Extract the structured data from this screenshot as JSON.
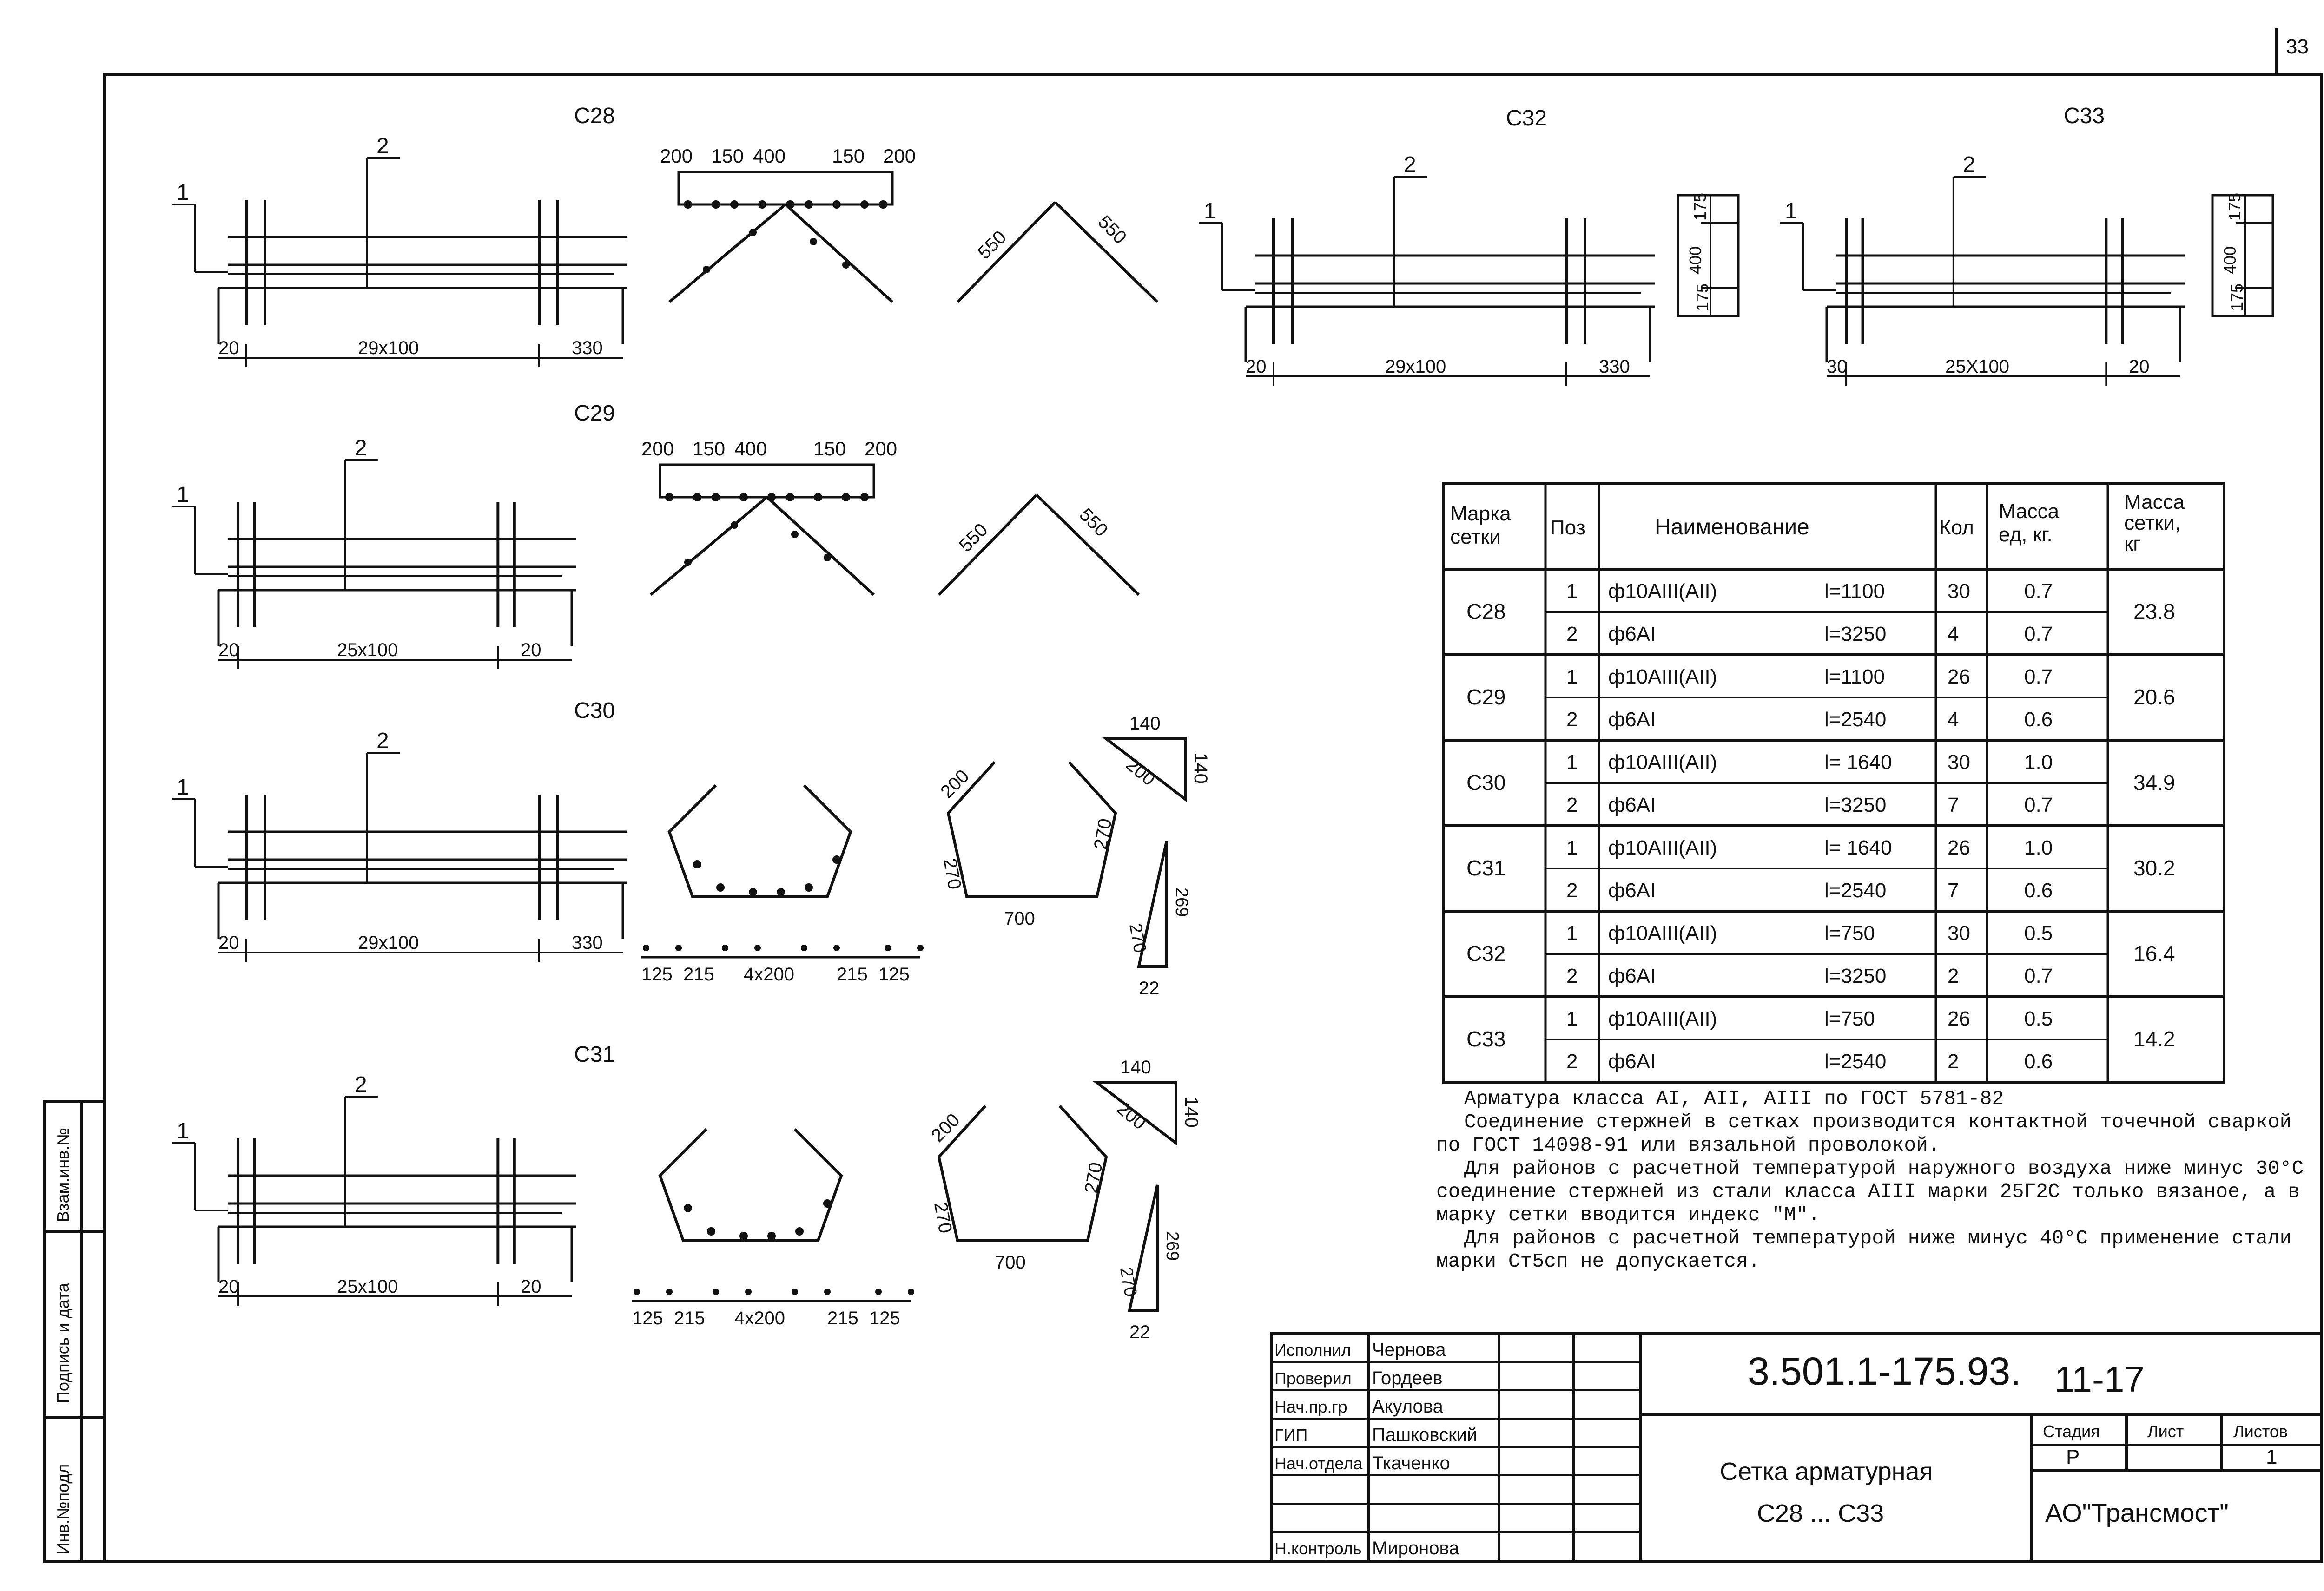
{
  "page_number": "33",
  "side_stamp": {
    "col1": "Инв.№подл",
    "col2": "Подпись и дата",
    "col3": "Взам.инв.№"
  },
  "drawings": [
    {
      "mark": "С28",
      "mesh": {
        "callout1": "1",
        "callout2": "2",
        "left_dim": "20",
        "mid_dim": "29х100",
        "right_dim": "330"
      },
      "bent": {
        "dims": [
          "200",
          "150",
          "400",
          "150",
          "200"
        ],
        "side_a": "550",
        "side_b": "550"
      }
    },
    {
      "mark": "С29",
      "mesh": {
        "callout1": "1",
        "callout2": "2",
        "left_dim": "20",
        "mid_dim": "25х100",
        "right_dim": "20"
      },
      "bent": {
        "dims": [
          "200",
          "150",
          "400",
          "150",
          "200"
        ],
        "side_a": "550",
        "side_b": "550"
      }
    },
    {
      "mark": "С30",
      "mesh": {
        "callout1": "1",
        "callout2": "2",
        "left_dim": "20",
        "mid_dim": "29х100",
        "right_dim": "330"
      },
      "pent": {
        "bottom": "700",
        "edge_top": "200",
        "left": "270",
        "right": "270",
        "strip": [
          "125",
          "215",
          "4х200",
          "215",
          "125"
        ],
        "tri_a": "140",
        "tri_b": "140",
        "tri_c": "200",
        "tri2_a": "270",
        "tri2_b": "269",
        "tri2_c": "22"
      }
    },
    {
      "mark": "С31",
      "mesh": {
        "callout1": "1",
        "callout2": "2",
        "left_dim": "20",
        "mid_dim": "25х100",
        "right_dim": "20"
      },
      "pent": {
        "bottom": "700",
        "edge_top": "200",
        "left": "270",
        "right": "270",
        "strip": [
          "125",
          "215",
          "4х200",
          "215",
          "125"
        ],
        "tri_a": "140",
        "tri_b": "140",
        "tri_c": "200",
        "tri2_a": "270",
        "tri2_b": "269",
        "tri2_c": "22"
      }
    },
    {
      "mark": "С32",
      "mesh": {
        "callout1": "1",
        "callout2": "2",
        "left_dim": "20",
        "mid_dim": "29х100",
        "right_dim": "330"
      },
      "section": [
        "175",
        "400",
        "175"
      ]
    },
    {
      "mark": "С33",
      "mesh": {
        "callout1": "1",
        "callout2": "2",
        "left_dim": "30",
        "mid_dim": "25Х100",
        "right_dim": "20"
      },
      "section": [
        "175",
        "400",
        "175"
      ]
    }
  ],
  "table": {
    "headers": {
      "mark": "Марка сетки",
      "pos": "Поз",
      "name": "Наименование",
      "qty": "Кол",
      "unit_mass": "Масса ед, кг.",
      "mesh_mass": "Масса сетки, кг"
    },
    "rows": [
      {
        "mark": "С28",
        "mesh_mass": "23.8",
        "items": [
          {
            "pos": "1",
            "name": "ф10АIII(АII)",
            "len": "l=1100",
            "qty": "30",
            "mass": "0.7"
          },
          {
            "pos": "2",
            "name": "ф6АI",
            "len": "l=3250",
            "qty": "4",
            "mass": "0.7"
          }
        ]
      },
      {
        "mark": "С29",
        "mesh_mass": "20.6",
        "items": [
          {
            "pos": "1",
            "name": "ф10АIII(АII)",
            "len": "l=1100",
            "qty": "26",
            "mass": "0.7"
          },
          {
            "pos": "2",
            "name": "ф6АI",
            "len": "l=2540",
            "qty": "4",
            "mass": "0.6"
          }
        ]
      },
      {
        "mark": "С30",
        "mesh_mass": "34.9",
        "items": [
          {
            "pos": "1",
            "name": "ф10АIII(АII)",
            "len": "l= 1640",
            "qty": "30",
            "mass": "1.0"
          },
          {
            "pos": "2",
            "name": "ф6АI",
            "len": "l=3250",
            "qty": "7",
            "mass": "0.7"
          }
        ]
      },
      {
        "mark": "С31",
        "mesh_mass": "30.2",
        "items": [
          {
            "pos": "1",
            "name": "ф10АIII(АII)",
            "len": "l= 1640",
            "qty": "26",
            "mass": "1.0"
          },
          {
            "pos": "2",
            "name": "ф6АI",
            "len": "l=2540",
            "qty": "7",
            "mass": "0.6"
          }
        ]
      },
      {
        "mark": "С32",
        "mesh_mass": "16.4",
        "items": [
          {
            "pos": "1",
            "name": "ф10АIII(АII)",
            "len": "l=750",
            "qty": "30",
            "mass": "0.5"
          },
          {
            "pos": "2",
            "name": "ф6АI",
            "len": "l=3250",
            "qty": "2",
            "mass": "0.7"
          }
        ]
      },
      {
        "mark": "С33",
        "mesh_mass": "14.2",
        "items": [
          {
            "pos": "1",
            "name": "ф10АIII(АII)",
            "len": "l=750",
            "qty": "26",
            "mass": "0.5"
          },
          {
            "pos": "2",
            "name": "ф6АI",
            "len": "l=2540",
            "qty": "2",
            "mass": "0.6"
          }
        ]
      }
    ]
  },
  "notes": [
    "Арматура класса AI, AII, AIII по ГОСТ 5781-82",
    "Соединение стержней в сетках производится контактной точечной сваркой по ГОСТ 14098-91 или вязальной проволокой.",
    "Для районов с расчетной температурой наружного воздуха ниже минус 30°С соединение стержней из стали класса AIII марки 25Г2С только вязаное, а в марку сетки вводится индекс \"М\".",
    "Для районов с расчетной температурой ниже минус 40°С применение стали марки Ст5сп не допускается."
  ],
  "title_block": {
    "roles": [
      {
        "role": "Исполнил",
        "name": "Чернова"
      },
      {
        "role": "Проверил",
        "name": "Гордеев"
      },
      {
        "role": "Нач.пр.гр",
        "name": "Акулова"
      },
      {
        "role": "ГИП",
        "name": "Пашковский"
      },
      {
        "role": "Нач.отдела",
        "name": "Ткаченко"
      },
      {
        "role": "",
        "name": ""
      },
      {
        "role": "",
        "name": ""
      },
      {
        "role": "Н.контроль",
        "name": "Миронова"
      }
    ],
    "doc_code": "3.501.1-175.93.",
    "doc_part": "11-17",
    "title_line1": "Сетка арматурная",
    "title_line2": "С28 ... С33",
    "stage_label": "Стадия",
    "sheet_label": "Лист",
    "sheets_label": "Листов",
    "stage_value": "Р",
    "sheets_value": "1",
    "org": "АО\"Трансмост\""
  }
}
